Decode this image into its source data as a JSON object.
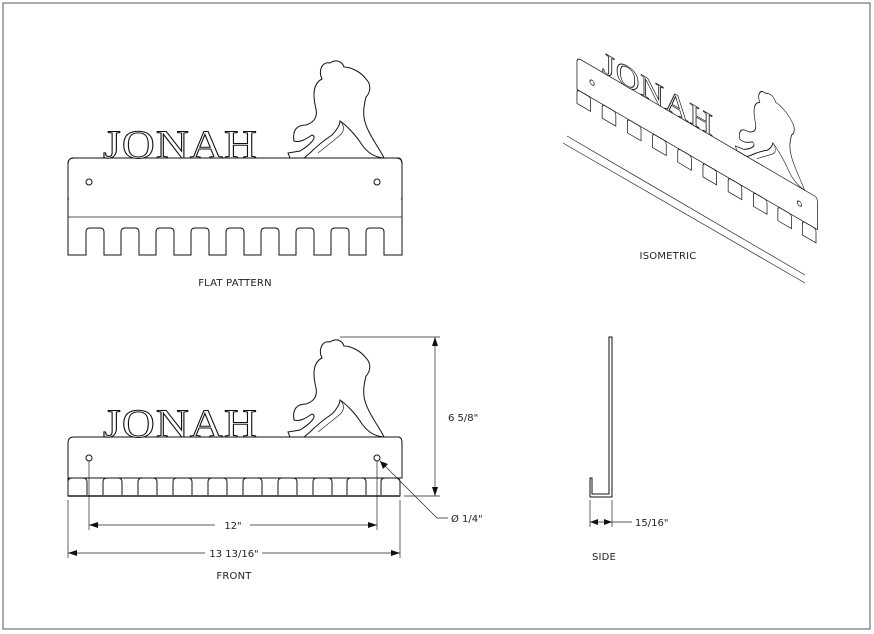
{
  "drawing": {
    "name_text": "JONAH",
    "views": {
      "flat_pattern": "FLAT PATTERN",
      "isometric": "ISOMETRIC",
      "front": "FRONT",
      "side": "SIDE"
    },
    "dimensions": {
      "height": "6 5/8\"",
      "hole_spacing": "12\"",
      "overall_width": "13 13/16\"",
      "hole_diameter": "Ø 1/4\"",
      "depth": "15/16\""
    },
    "hook_count": 10
  }
}
